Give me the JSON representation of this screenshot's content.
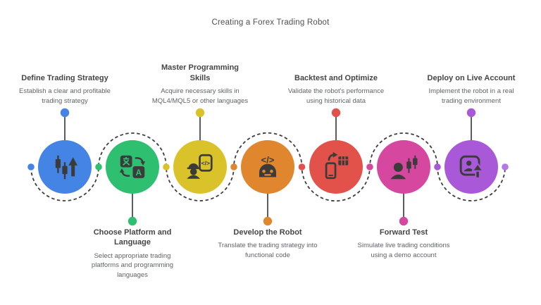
{
  "title": "Creating a Forex Trading Robot",
  "steps": [
    {
      "heading": "Define Trading Strategy",
      "description": "Establish a clear and profitable trading strategy",
      "color": "#4484e4",
      "icon": "candlestick-chart-icon",
      "label_position": "top"
    },
    {
      "heading": "Choose Platform and Language",
      "description": "Select appropriate trading platforms and programming languages",
      "color": "#2ebf70",
      "icon": "translate-icon",
      "label_position": "bottom"
    },
    {
      "heading": "Master Programming Skills",
      "description": "Acquire necessary skills in MQL4/MQL5 or other languages",
      "color": "#d9c22a",
      "icon": "developer-code-icon",
      "label_position": "top"
    },
    {
      "heading": "Develop the Robot",
      "description": "Translate the trading strategy into functional code",
      "color": "#e0862f",
      "icon": "robot-code-icon",
      "label_position": "bottom"
    },
    {
      "heading": "Backtest and Optimize",
      "description": "Validate the robot's performance using historical data",
      "color": "#e2524b",
      "icon": "data-transfer-icon",
      "label_position": "top"
    },
    {
      "heading": "Forward Test",
      "description": "Simulate live trading conditions using a demo account",
      "color": "#d6479f",
      "icon": "trader-person-icon",
      "label_position": "bottom"
    },
    {
      "heading": "Deploy on Live Account",
      "description": "Implement the robot in a real trading environment",
      "color": "#a958d8",
      "icon": "account-launch-icon",
      "label_position": "top"
    }
  ],
  "timeline": {
    "line_color": "#3f3f3f",
    "dot_colors": [
      "#4484e4",
      "#2ebf70",
      "#d9c22a",
      "#e0862f",
      "#e2524b",
      "#d6479f",
      "#a958d8",
      "#b678e2"
    ]
  }
}
